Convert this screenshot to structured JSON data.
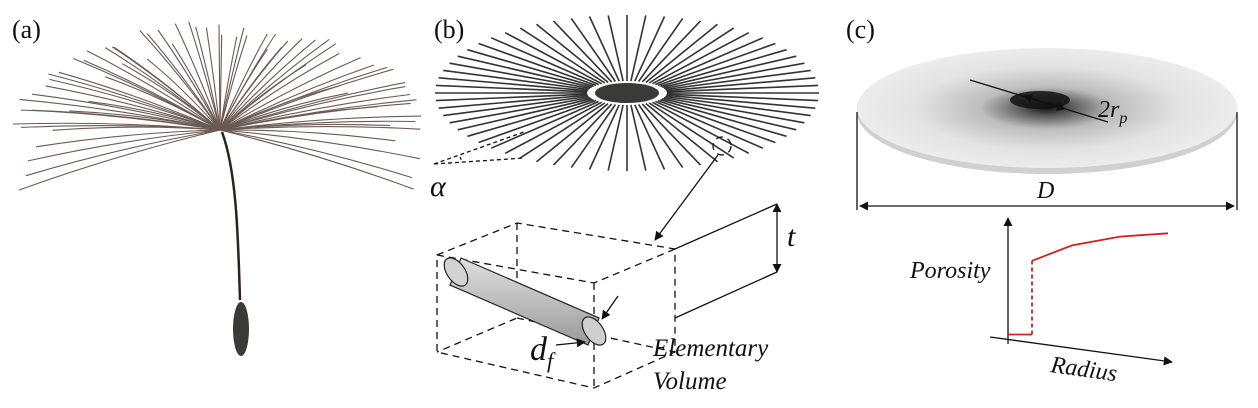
{
  "panels": {
    "a": {
      "label": "(a)"
    },
    "b": {
      "label": "(b)",
      "symbol_alpha": "α",
      "symbol_t": "t",
      "symbol_d": "d",
      "symbol_d_sub": "f",
      "elementary_volume_line1": "Elementary",
      "elementary_volume_line2": "Volume"
    },
    "c": {
      "label": "(c)",
      "symbol_r": "2r",
      "symbol_r_sub": "p",
      "symbol_D": "D",
      "axis_y_label": "Porosity",
      "axis_x_label": "Radius"
    }
  },
  "colors": {
    "ink": "#111111",
    "filament": "#6b5a52",
    "porosity_curve": "#d42020",
    "disc_fill": "#e6e6e6",
    "fiber_fill": "#c8c8c8"
  },
  "chart_data": {
    "type": "line",
    "title": "",
    "xlabel": "Radius",
    "ylabel": "Porosity",
    "grid": false,
    "series": [
      {
        "segment": "inner",
        "values": "low constant near zero",
        "points": [
          [
            0,
            0.05
          ],
          [
            0.15,
            0.05
          ]
        ]
      },
      {
        "segment": "jump",
        "style": "dashed",
        "points": [
          [
            0.15,
            0.05
          ],
          [
            0.15,
            0.72
          ]
        ]
      },
      {
        "segment": "outer",
        "points": [
          [
            0.15,
            0.72
          ],
          [
            0.4,
            0.86
          ],
          [
            0.7,
            0.94
          ],
          [
            1.0,
            0.97
          ]
        ]
      }
    ]
  }
}
